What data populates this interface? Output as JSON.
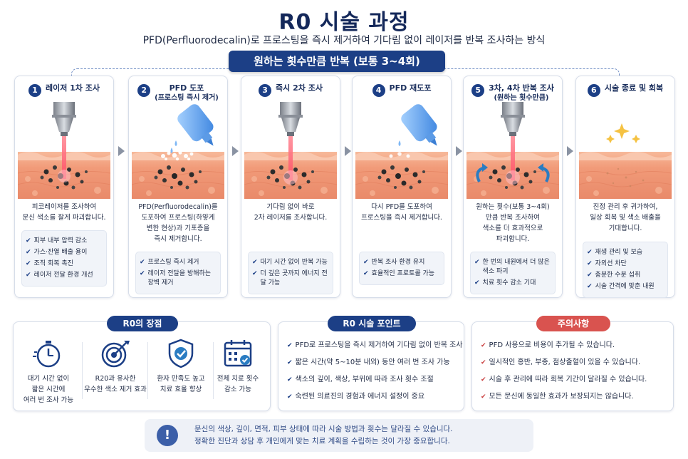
{
  "title": "R0 시술 과정",
  "subtitle": "PFD(Perfluorodecalin)로 프로스팅을 즉시 제거하여 기다림 없이 레이저를 반복 조사하는 방식",
  "banner": "원하는 횟수만큼 반복 (보통 3~4회)",
  "colors": {
    "navy": "#1c3f86",
    "red": "#d9534f",
    "skin": "#f4a782",
    "laser": "#ff6b7a"
  },
  "steps": [
    {
      "num": "1",
      "title": "레이저 1차 조사",
      "sub": "",
      "desc": [
        "피코레이저를 조사하여",
        "문신 색소를 잘게 파괴합니다."
      ],
      "checks": [
        "피부 내부 압력 감소",
        "가스·잔열 배출 용이",
        "조직 회복 촉진",
        "레이저 전달 환경 개선"
      ]
    },
    {
      "num": "2",
      "title": "PFD 도포",
      "sub": "(프로스팅 즉시 제거)",
      "desc": [
        "PFD(Perfluorodecalin)를",
        "도포하여 프로스팅(하얗게",
        "변한 현상)과 기포층을",
        "즉시 제거합니다."
      ],
      "checks": [
        "프로스팅 즉시 제거",
        "레이저 전달을 방해하는 장벽 제거"
      ]
    },
    {
      "num": "3",
      "title": "즉시 2차 조사",
      "sub": "",
      "desc": [
        "기다림 없이 바로",
        "2차 레이저를 조사합니다."
      ],
      "checks": [
        "대기 시간 없이 반복 가능",
        "더 깊은 곳까지 에너지 전달 가능"
      ]
    },
    {
      "num": "4",
      "title": "PFD 재도포",
      "sub": "",
      "desc": [
        "다시 PFD를 도포하여",
        "프로스팅을 즉시 제거합니다."
      ],
      "checks": [
        "반복 조사 환경 유지",
        "효율적인 프로토콜 가능"
      ]
    },
    {
      "num": "5",
      "title": "3차, 4차 반복 조사",
      "sub": "(원하는 횟수만큼)",
      "desc": [
        "원하는 횟수(보통 3~4회)",
        "만큼 반복 조사하여",
        "색소를 더 효과적으로",
        "파괴합니다."
      ],
      "checks": [
        "한 번의 내원에서 더 많은 색소 파괴",
        "치료 횟수 감소 기대"
      ]
    },
    {
      "num": "6",
      "title": "시술 종료 및 회복",
      "sub": "",
      "desc": [
        "진정 관리 후 귀가하여,",
        "일상 회복 및 색소 배출을",
        "기대합니다."
      ],
      "checks": [
        "재생 관리 및 보습",
        "자외선 차단",
        "충분한 수분 섭취",
        "시술 간격에 맞춘 내원"
      ]
    }
  ],
  "advantages": {
    "heading": "R0의 장점",
    "items": [
      {
        "icon": "stopwatch-icon",
        "text": [
          "대기 시간 없이",
          "짧은 시간에",
          "여러 번 조사 가능"
        ]
      },
      {
        "icon": "target-icon",
        "text": [
          "R20과 유사한",
          "우수한 색소 제거 효과"
        ]
      },
      {
        "icon": "shield-check-icon",
        "text": [
          "환자 만족도 높고",
          "치료 효율 향상"
        ]
      },
      {
        "icon": "calendar-icon",
        "text": [
          "전체 치료 횟수",
          "감소 가능"
        ]
      }
    ]
  },
  "points": {
    "heading": "R0 시술 포인트",
    "items": [
      "PFD로 프로스팅을 즉시 제거하여 기다림 없이 반복 조사",
      "짧은 시간(약 5~10분 내외) 동안 여러 번 조사 가능",
      "색소의 깊이, 색상, 부위에 따라 조사 횟수 조절",
      "숙련된 의료진의 경험과 에너지 설정이 중요"
    ]
  },
  "cautions": {
    "heading": "주의사항",
    "items": [
      "PFD 사용으로 비용이 추가될 수 있습니다.",
      "일시적인 홍반, 부종, 점상출혈이 있을 수 있습니다.",
      "시술 후 관리에 따라 회복 기간이 달라질 수 있습니다.",
      "모든 문신에 동일한 효과가 보장되지는 않습니다."
    ]
  },
  "notice": {
    "icon": "exclamation-icon",
    "lines": [
      "문신의 색상, 깊이, 면적, 피부 상태에 따라 시술 방법과 횟수는 달라질 수 있습니다.",
      "정확한 진단과 상담 후 개인에게 맞는 치료 계획을 수립하는 것이 가장 중요합니다."
    ]
  }
}
